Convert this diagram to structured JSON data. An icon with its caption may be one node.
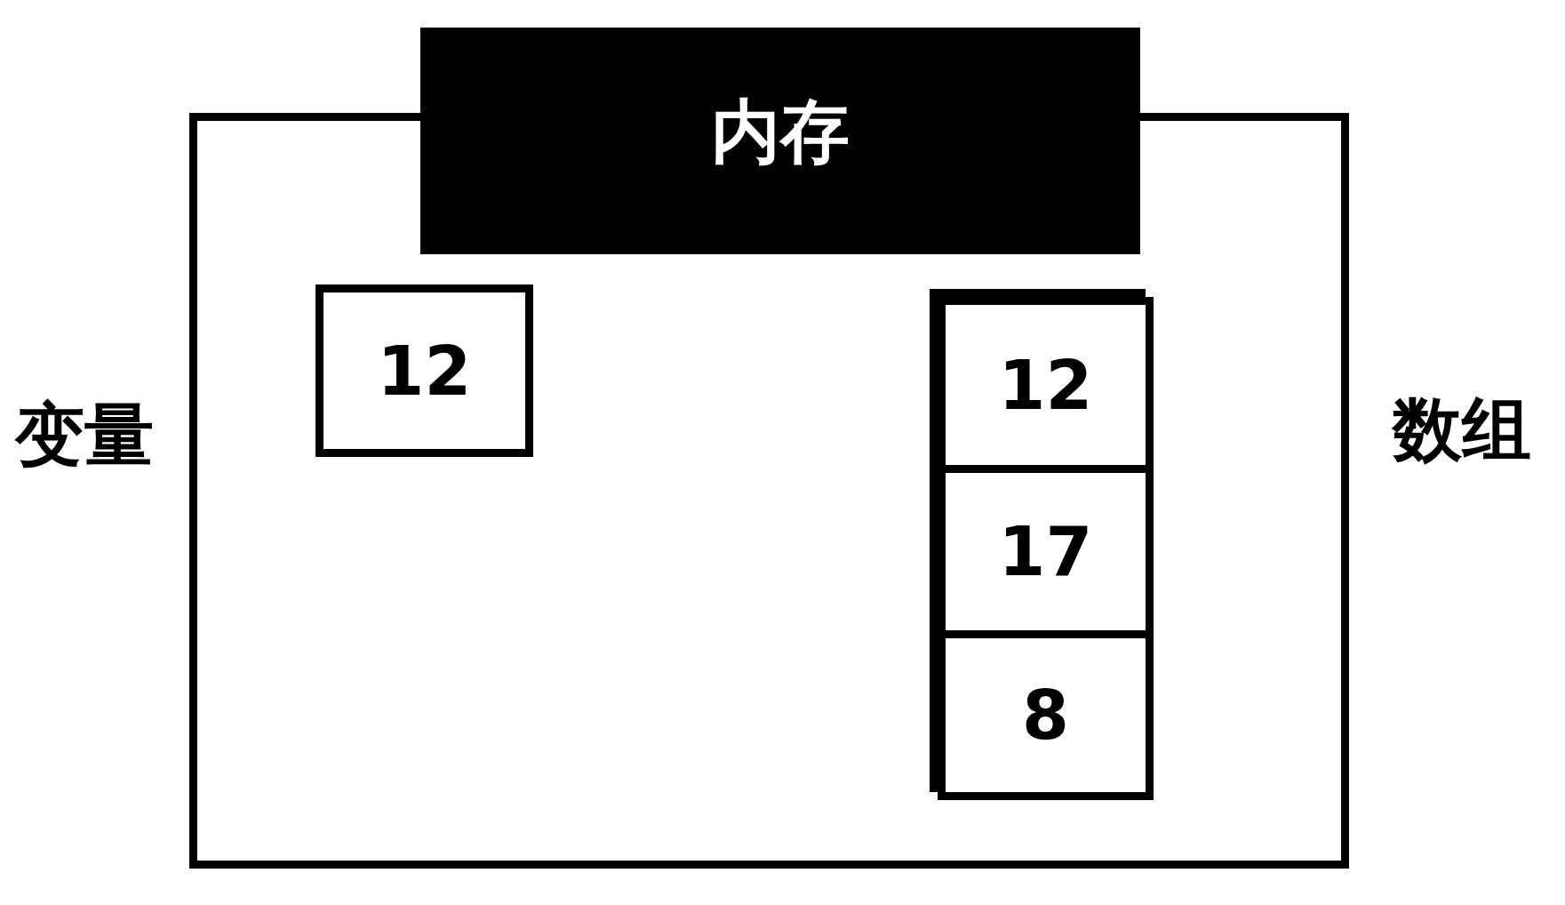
{
  "diagram": {
    "nodes": [
      {
        "text": [
          "内存"
        ]
      },
      {
        "text": [
          "12"
        ],
        "in": 0,
        "beside": [
          "变量"
        ]
      },
      {
        "text": [],
        "shape": "box",
        "in": 0,
        "beside": [
          "数组"
        ]
      },
      {
        "text": [
          "12"
        ],
        "in": 2
      },
      {
        "text": [
          "17"
        ],
        "in": 2
      },
      {
        "text": [
          "8"
        ],
        "in": 2
      }
    ]
  }
}
